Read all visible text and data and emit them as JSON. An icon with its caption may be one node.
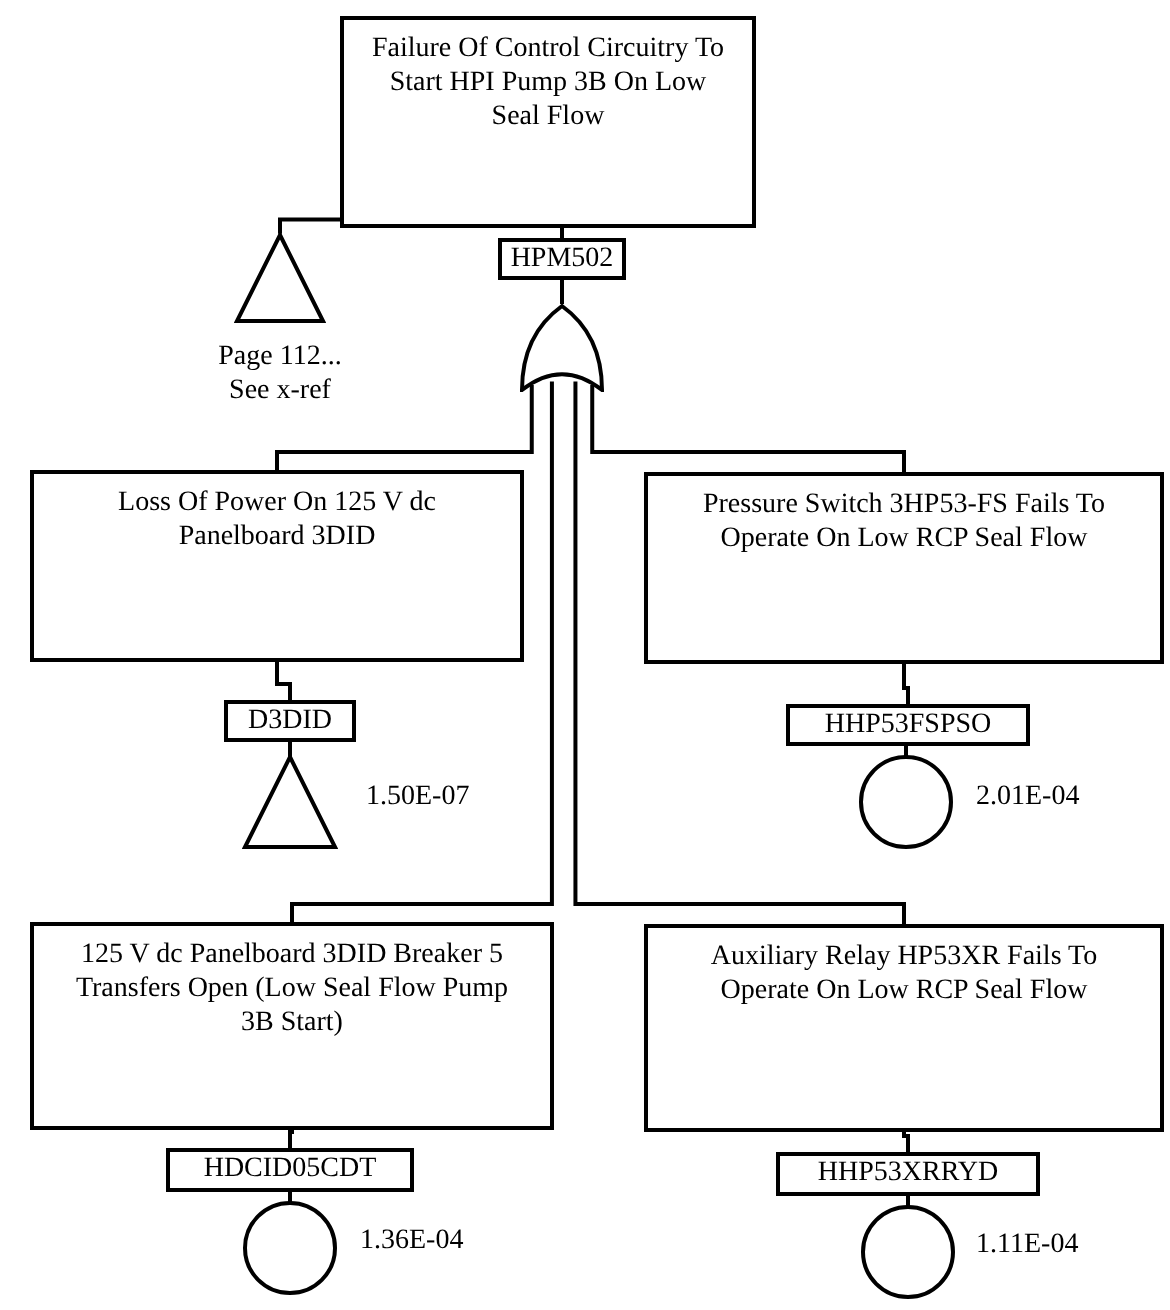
{
  "diagram": {
    "nodes": [
      {
        "text": [
          "Failure Of Control Circuitry To Start HPI Pump 3B On Low Seal Flow"
        ]
      },
      {
        "text": [
          "HPM502"
        ]
      },
      {
        "text": [],
        "shape": "gate"
      },
      {
        "text": [],
        "shape": "triangle",
        "beside": [
          "Page 112... See x-ref"
        ]
      },
      {
        "text": [
          "Loss Of Power On 125 V dc Panelboard 3DID"
        ]
      },
      {
        "text": [
          "D3DID"
        ]
      },
      {
        "text": [],
        "shape": "triangle",
        "beside": [
          "1.50E-07"
        ]
      },
      {
        "text": [
          "Pressure Switch 3HP53-FS Fails To Operate On Low RCP Seal Flow"
        ]
      },
      {
        "text": [
          "HHP53FSPSO"
        ]
      },
      {
        "text": [],
        "shape": "circle",
        "beside": [
          "2.01E-04"
        ]
      },
      {
        "text": [
          "125 V dc Panelboard 3DID Breaker 5 Transfers Open (Low Seal Flow Pump 3B Start)"
        ]
      },
      {
        "text": [
          "HDCID05CDT"
        ]
      },
      {
        "text": [],
        "shape": "circle",
        "beside": [
          "1.36E-04"
        ]
      },
      {
        "text": [
          "Auxiliary Relay HP53XR Fails To Operate On Low RCP Seal Flow"
        ]
      },
      {
        "text": [
          "HHP53XRRYD"
        ]
      },
      {
        "text": [],
        "shape": "circle",
        "beside": [
          "1.11E-04"
        ]
      }
    ],
    "edges": [
      {
        "from": 0,
        "to": 1,
        "arrow": "none"
      },
      {
        "from": 1,
        "to": 2,
        "arrow": "none"
      },
      {
        "from": 0,
        "to": 3,
        "arrow": "none"
      },
      {
        "from": 2,
        "to": 4,
        "arrow": "none"
      },
      {
        "from": 2,
        "to": 7,
        "arrow": "none"
      },
      {
        "from": 2,
        "to": 10,
        "arrow": "none"
      },
      {
        "from": 2,
        "to": 13,
        "arrow": "none"
      },
      {
        "from": 4,
        "to": 5,
        "arrow": "none"
      },
      {
        "from": 5,
        "to": 6,
        "arrow": "none"
      },
      {
        "from": 7,
        "to": 8,
        "arrow": "none"
      },
      {
        "from": 8,
        "to": 9,
        "arrow": "none"
      },
      {
        "from": 10,
        "to": 11,
        "arrow": "none"
      },
      {
        "from": 11,
        "to": 12,
        "arrow": "none"
      },
      {
        "from": 13,
        "to": 14,
        "arrow": "none"
      },
      {
        "from": 14,
        "to": 15,
        "arrow": "none"
      }
    ]
  }
}
